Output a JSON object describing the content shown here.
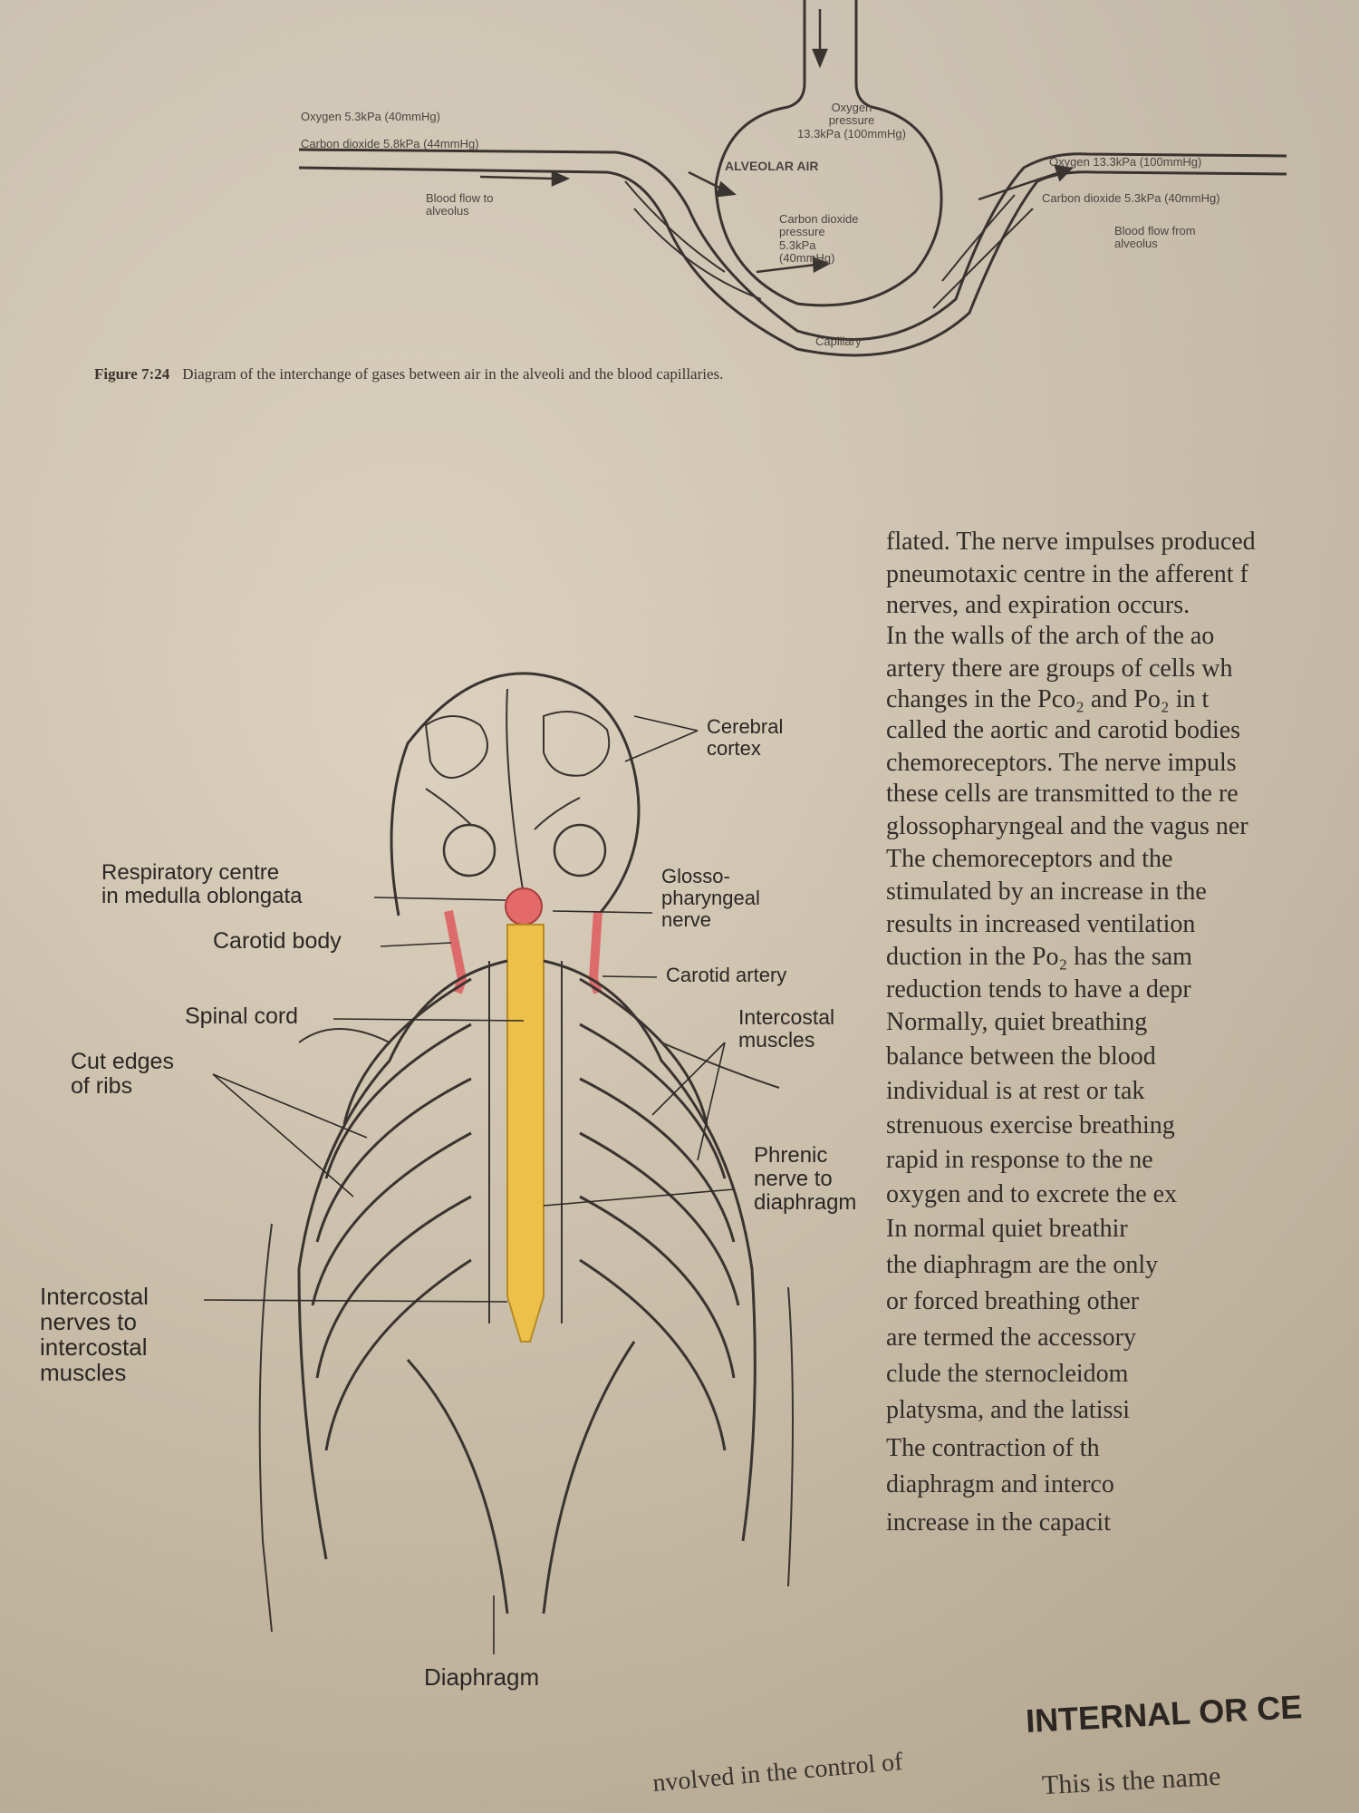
{
  "figure_724": {
    "labels": {
      "in_oxygen": "Oxygen 5.3kPa (40mmHg)",
      "in_co2": "Carbon dioxide 5.8kPa (44mmHg)",
      "blood_to": "Blood flow to\nalveolus",
      "oxygen_pressure": "Oxygen\npressure\n13.3kPa (100mmHg)",
      "alveolar_air": "ALVEOLAR AIR",
      "co2_pressure": "Carbon dioxide\npressure\n5.3kPa\n(40mmHg)",
      "capillary": "Capillary",
      "out_oxygen": "Oxygen 13.3kPa (100mmHg)",
      "out_co2": "Carbon dioxide 5.3kPa (40mmHg)",
      "blood_from": "Blood flow from\nalveolus"
    },
    "caption_number": "Figure 7:24",
    "caption_text": "Diagram of the interchange of gases between air in the alveoli and the blood capillaries."
  },
  "figure_resp": {
    "cerebral_cortex": "Cerebral\ncortex",
    "respiratory_centre": "Respiratory centre\nin medulla oblongata",
    "glossopharyngeal": "Glosso-\npharyngeal\nnerve",
    "carotid_body": "Carotid body",
    "carotid_artery": "Carotid artery",
    "spinal_cord": "Spinal cord",
    "intercostal_muscles": "Intercostal\nmuscles",
    "cut_edges": "Cut edges\nof ribs",
    "phrenic": "Phrenic\nnerve to\ndiaphragm",
    "intercostal_nerves": "Intercostal\nnerves to\nintercostal\nmuscles",
    "diaphragm": "Diaphragm"
  },
  "body_lines": [
    "flated. The nerve impulses produced",
    "pneumotaxic centre in the afferent f",
    "nerves, and expiration occurs.",
    "   In the walls of the arch of the ao",
    "artery there are groups of cells wh",
    "changes in the Pco₂ and Po₂ in t",
    "called the aortic and carotid bodies",
    "chemoreceptors. The nerve impuls",
    "these cells are transmitted to the re",
    "glossopharyngeal and the vagus ner",
    "   The chemoreceptors and the",
    "stimulated by an increase in the",
    "results in increased ventilation",
    "duction in the Po₂ has the sam",
    "reduction tends to have a depr",
    "   Normally, quiet breathing",
    "balance between the blood",
    "individual is at rest or tak",
    "strenuous exercise breathing",
    "rapid in response to the ne",
    "oxygen and to excrete the ex",
    "   In normal quiet breathir",
    "the diaphragm are the only",
    "or forced breathing other",
    "are termed the accessory",
    "clude the sternocleidom",
    "platysma, and the latissi",
    "The contraction of th",
    "diaphragm and interco",
    "increase in the capacit"
  ],
  "heading": "INTERNAL OR CE",
  "bottom_left_fragment": "nvolved in the control of",
  "bottom_right_fragment": "This is the name"
}
